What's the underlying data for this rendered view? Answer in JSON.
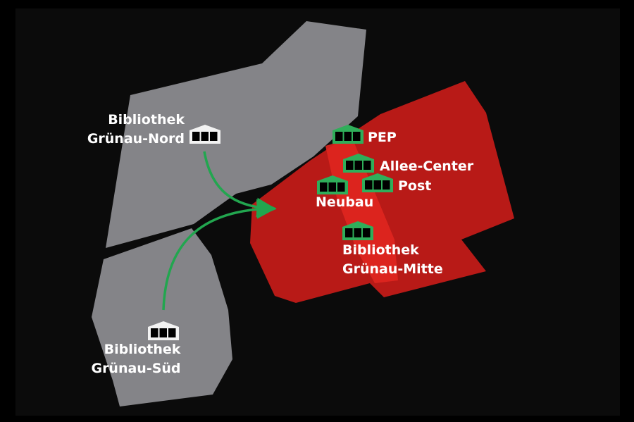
{
  "colors": {
    "background": "#0b0b0b",
    "district_gray": "#848488",
    "district_red": "#b81a17",
    "stripe": "#e0261f",
    "arrow": "#22a64f",
    "icon_green": "#2fae5a",
    "icon_white": "#f2f2f2"
  },
  "libraries": {
    "nord": {
      "line1": "Bibliothek",
      "line2": "Grünau-Nord"
    },
    "sued": {
      "line1": "Bibliothek",
      "line2": "Grünau-Süd"
    },
    "mitte": {
      "line1": "Bibliothek",
      "line2": "Grünau-Mitte"
    }
  },
  "locations": {
    "pep": "PEP",
    "allee": "Allee-Center",
    "post": "Post",
    "neubau": "Neubau"
  }
}
